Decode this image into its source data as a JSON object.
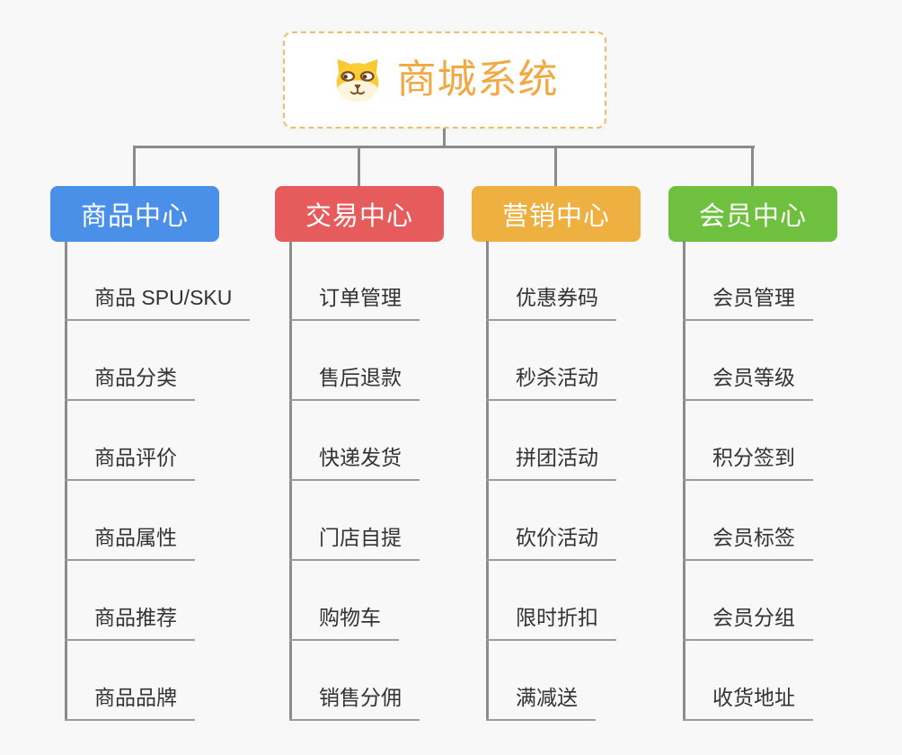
{
  "canvas": {
    "background": "#F8F8F8",
    "connector_color": "#8B8B8B",
    "underline_color": "#9C9C9C"
  },
  "root": {
    "title": "商城系统",
    "icon": "shiba-dog-face-icon",
    "title_color": "#F2A843",
    "border_color": "#F1BD6C",
    "background": "#FFFFFF"
  },
  "branches": [
    {
      "id": "product-center",
      "label": "商品中心",
      "color": "#4A90E8",
      "items": [
        "商品 SPU/SKU",
        "商品分类",
        "商品评价",
        "商品属性",
        "商品推荐",
        "商品品牌"
      ]
    },
    {
      "id": "trade-center",
      "label": "交易中心",
      "color": "#E65C5C",
      "items": [
        "订单管理",
        "售后退款",
        "快递发货",
        "门店自提",
        "购物车",
        "销售分佣"
      ]
    },
    {
      "id": "marketing-center",
      "label": "营销中心",
      "color": "#EEB041",
      "items": [
        "优惠券码",
        "秒杀活动",
        "拼团活动",
        "砍价活动",
        "限时折扣",
        "满减送"
      ]
    },
    {
      "id": "member-center",
      "label": "会员中心",
      "color": "#6EC03E",
      "items": [
        "会员管理",
        "会员等级",
        "积分签到",
        "会员标签",
        "会员分组",
        "收货地址"
      ]
    }
  ]
}
